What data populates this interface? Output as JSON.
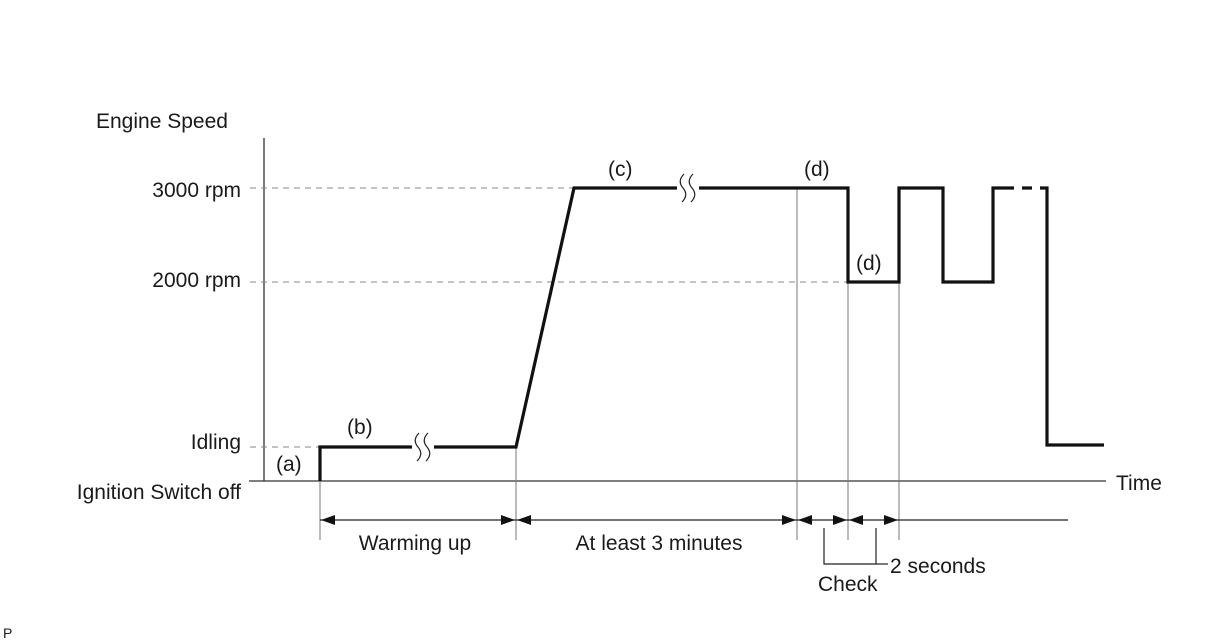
{
  "y_axis": {
    "title": "Engine Speed",
    "levels": {
      "rpm_3000": "3000 rpm",
      "rpm_2000": "2000 rpm",
      "idling": "Idling",
      "ignition_off": "Ignition Switch off"
    }
  },
  "x_axis": {
    "title": "Time"
  },
  "points": {
    "a": "(a)",
    "b": "(b)",
    "c": "(c)",
    "d_upper": "(d)",
    "d_lower": "(d)"
  },
  "intervals": {
    "warming_up": "Warming up",
    "at_least_3_minutes": "At least 3 minutes",
    "check": "Check",
    "two_seconds": "2 seconds"
  },
  "corner_mark": "P"
}
